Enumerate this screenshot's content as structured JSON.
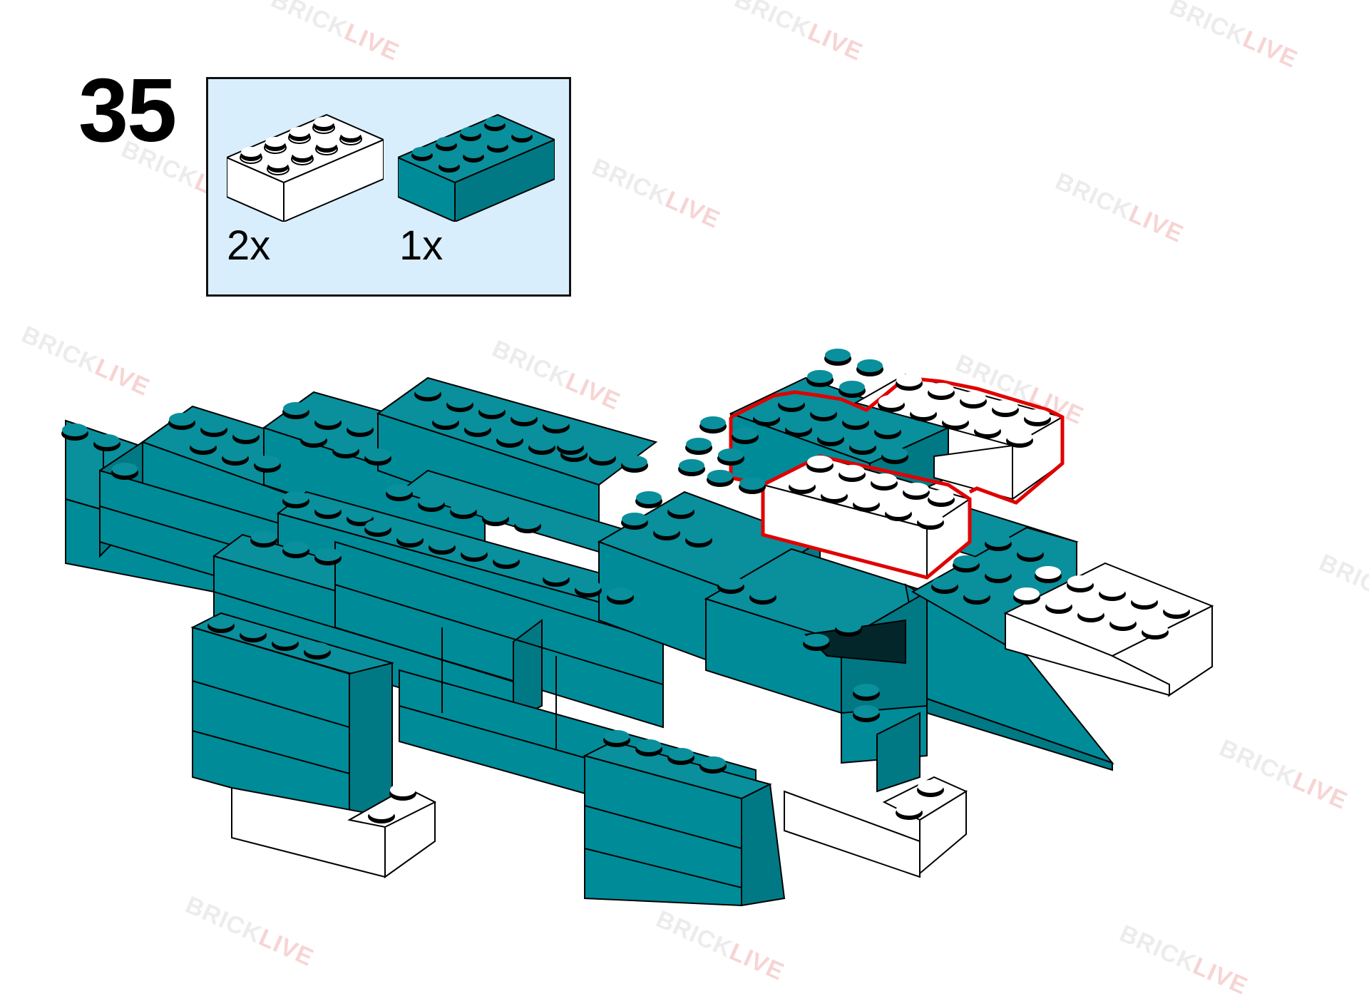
{
  "step": {
    "number": "35"
  },
  "parts": [
    {
      "count": "2x",
      "color": "#ffffff",
      "name": "white-2x4-brick"
    },
    {
      "count": "1x",
      "color": "#008b99",
      "name": "teal-2x4-brick"
    }
  ],
  "watermark": {
    "prefix": "BRICK",
    "suffix": "LIVE"
  },
  "colors": {
    "teal": "#008b99",
    "teal_top": "#0a8f9c",
    "teal_side": "#007985",
    "white": "#ffffff",
    "highlight": "#e00000",
    "panel": "#d9eefc"
  },
  "icons": [
    "white-brick-icon",
    "teal-brick-icon"
  ]
}
